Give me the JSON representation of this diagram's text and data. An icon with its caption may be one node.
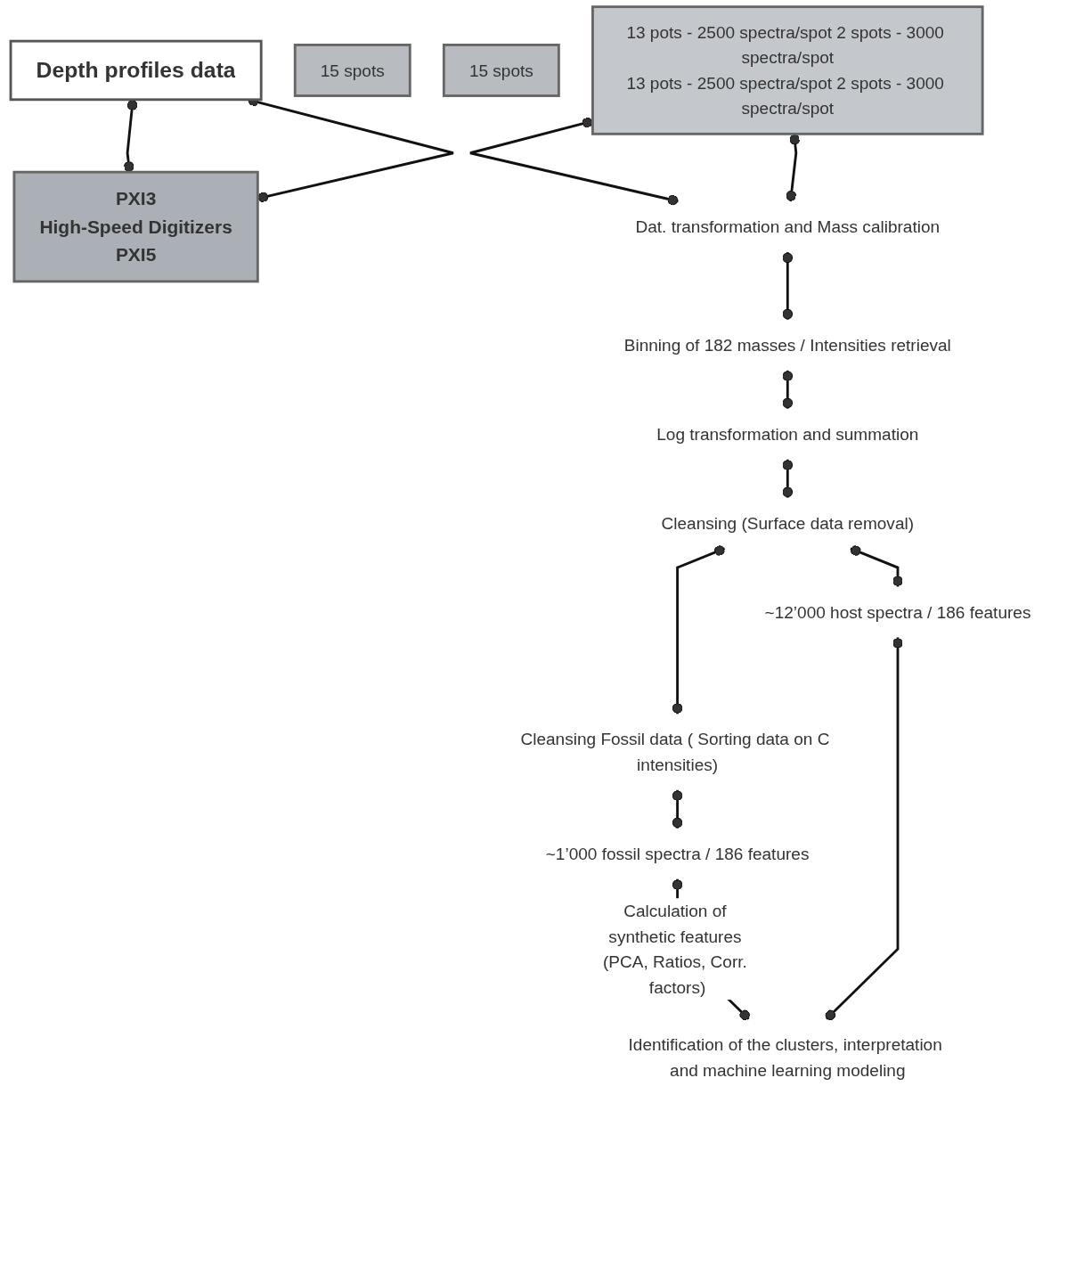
{
  "diagram": {
    "nodes": [
      {
        "text": [
          "Depth profiles data"
        ]
      },
      {
        "text": [
          "PXI3",
          "High-Speed Digitizers",
          "PXI5"
        ]
      },
      {
        "text": [
          "15 spots"
        ]
      },
      {
        "text": [
          "15 spots"
        ]
      },
      {
        "text": [
          "13 pots - 2500 spectra/spot 2 spots - 3000 spectra/spot",
          "13 pots - 2500 spectra/spot 2 spots - 3000 spectra/spot"
        ]
      },
      {
        "text": [
          "Dat. transformation and Mass calibration"
        ]
      },
      {
        "text": [
          "Binning of 182 masses / Intensities retrieval"
        ]
      },
      {
        "text": [
          "Log transformation and summation"
        ]
      },
      {
        "text": [
          "Cleansing (Surface data removal)"
        ]
      },
      {
        "text": [
          "Cleansing Fossil data ( Sorting data on C intensities)"
        ]
      },
      {
        "text": [
          "~12’000 host spectra / 186 features"
        ]
      },
      {
        "text": [
          "~1’000 fossil spectra / 186 features"
        ]
      },
      {
        "text": [
          "Identification of the clusters, interpretation and machine learning modeling"
        ]
      }
    ],
    "edges": [
      {
        "from": 0,
        "to": 1,
        "arrow": "other"
      },
      {
        "from": 0,
        "to": 1,
        "arrow": "other"
      },
      {
        "from": 4,
        "to": 5,
        "arrow": "other"
      },
      {
        "from": 4,
        "to": 5,
        "arrow": "other"
      },
      {
        "from": 5,
        "to": 6,
        "arrow": "other"
      },
      {
        "from": 6,
        "to": 7,
        "arrow": "other"
      },
      {
        "from": 7,
        "to": 8,
        "arrow": "other"
      },
      {
        "from": 8,
        "to": 9,
        "arrow": "other"
      },
      {
        "from": 8,
        "to": 10,
        "arrow": "other"
      },
      {
        "from": 9,
        "to": 11,
        "arrow": "other"
      },
      {
        "from": 11,
        "to": 12,
        "arrow": "other",
        "label": "Calculation of synthetic features (PCA, Ratios, Corr. factors)"
      },
      {
        "from": 10,
        "to": 12,
        "arrow": "other"
      }
    ]
  }
}
